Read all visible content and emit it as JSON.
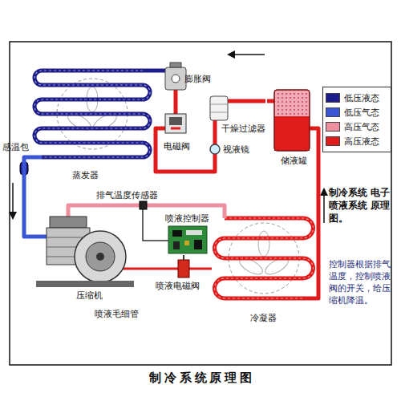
{
  "diagram": {
    "caption": "制 冷 系 统 原 理 图",
    "nodes": [
      {
        "text": [
          "蒸发器"
        ]
      },
      {
        "text": [
          "膨胀阀"
        ]
      },
      {
        "text": [
          "电磁阀"
        ]
      },
      {
        "text": [
          "干燥过滤器"
        ]
      },
      {
        "text": [
          "视液镜"
        ]
      },
      {
        "text": [
          "储液罐"
        ]
      },
      {
        "text": [
          "压缩机"
        ]
      },
      {
        "text": [
          "喷液控制器"
        ]
      },
      {
        "text": [
          "喷液电磁阀"
        ]
      },
      {
        "text": [
          "冷凝器"
        ]
      }
    ],
    "edges": [
      {
        "from": 5,
        "to": 3,
        "arrow": "none"
      },
      {
        "from": 3,
        "to": 4,
        "arrow": "none"
      },
      {
        "from": 4,
        "to": 2,
        "arrow": "none"
      },
      {
        "from": 2,
        "to": 1,
        "arrow": "none"
      },
      {
        "from": 1,
        "to": 0,
        "arrow": "none"
      },
      {
        "from": 0,
        "to": 6,
        "arrow": "none"
      },
      {
        "from": 6,
        "to": 9,
        "arrow": "none"
      },
      {
        "from": 9,
        "to": 5,
        "arrow": "none"
      },
      {
        "from": 7,
        "to": 8,
        "arrow": "none"
      },
      {
        "from": 8,
        "to": 6,
        "arrow": "none"
      },
      {
        "from": 9,
        "to": 8,
        "arrow": "none"
      }
    ],
    "labels": [
      "感温包",
      "排气温度传感器",
      "喷液毛细管",
      "制冷系统 电子喷液系统 原理图。",
      "控制器根据排气温度，控制喷液阀的开关，给压缩机降温。"
    ],
    "legend": [
      {
        "text": "低压液态",
        "color": "#1c1c8a"
      },
      {
        "text": "低压气态",
        "color": "#3a56d4"
      },
      {
        "text": "高压气态",
        "color": "#ee8fa0"
      },
      {
        "text": "高压液态",
        "color": "#e01b1b"
      }
    ]
  }
}
